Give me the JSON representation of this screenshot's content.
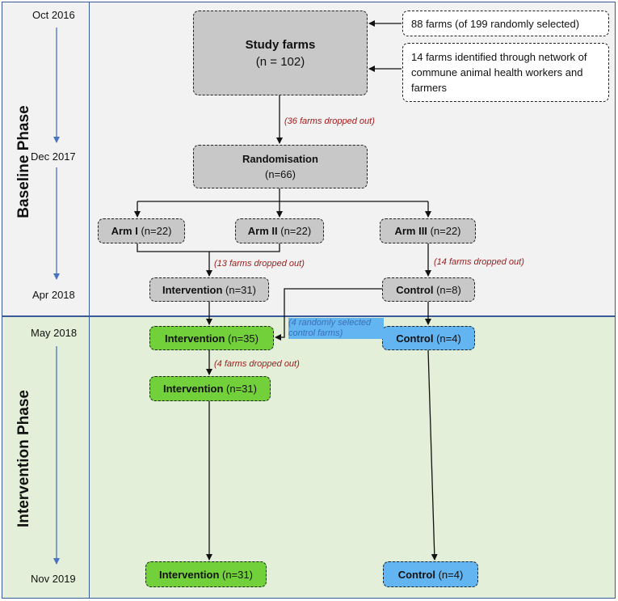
{
  "phases": {
    "baseline": "Baseline Phase",
    "intervention": "Intervention Phase"
  },
  "dates": {
    "oct2016": "Oct 2016",
    "dec2017": "Dec 2017",
    "apr2018": "Apr 2018",
    "may2018": "May 2018",
    "nov2019": "Nov 2019"
  },
  "boxes": {
    "study_farms_title": "Study farms",
    "study_farms_n": "(n = 102)",
    "source_random": "88 farms (of 199 randomly selected)",
    "source_network": "14 farms identified through network of commune animal health workers and farmers",
    "randomisation_title": "Randomisation",
    "randomisation_n": "(n=66)",
    "arm1_label": "Arm I",
    "arm1_n": "(n=22)",
    "arm2_label": "Arm II",
    "arm2_n": "(n=22)",
    "arm3_label": "Arm III",
    "arm3_n": "(n=22)",
    "int31_label": "Intervention",
    "int31_n": "(n=31)",
    "ctrl8_label": "Control",
    "ctrl8_n": "(n=8)",
    "int35_label": "Intervention",
    "int35_n": "(n=35)",
    "ctrl4_label": "Control",
    "ctrl4_n": "(n=4)",
    "int31b_label": "Intervention",
    "int31b_n": "(n=31)",
    "int31c_label": "Intervention",
    "int31c_n": "(n=31)",
    "ctrl4b_label": "Control",
    "ctrl4b_n": "(n=4)"
  },
  "notes": {
    "dropped36": "(36 farms dropped out)",
    "dropped13": "(13 farms dropped out)",
    "dropped14": "(14 farms dropped out)",
    "random4": "(4 randomly selected control farms)",
    "dropped4": "(4 farms dropped out)"
  },
  "colors": {
    "grey_box": "#c8c8c8",
    "green_box": "#72d03a",
    "blue_box": "#63b5f2",
    "baseline_bg": "#f2f2f2",
    "intervention_bg": "#e3efd8",
    "dropout_note": "#a01c1c",
    "selection_note": "#3a6fb8",
    "timeline_arrow": "#4a72c0"
  }
}
